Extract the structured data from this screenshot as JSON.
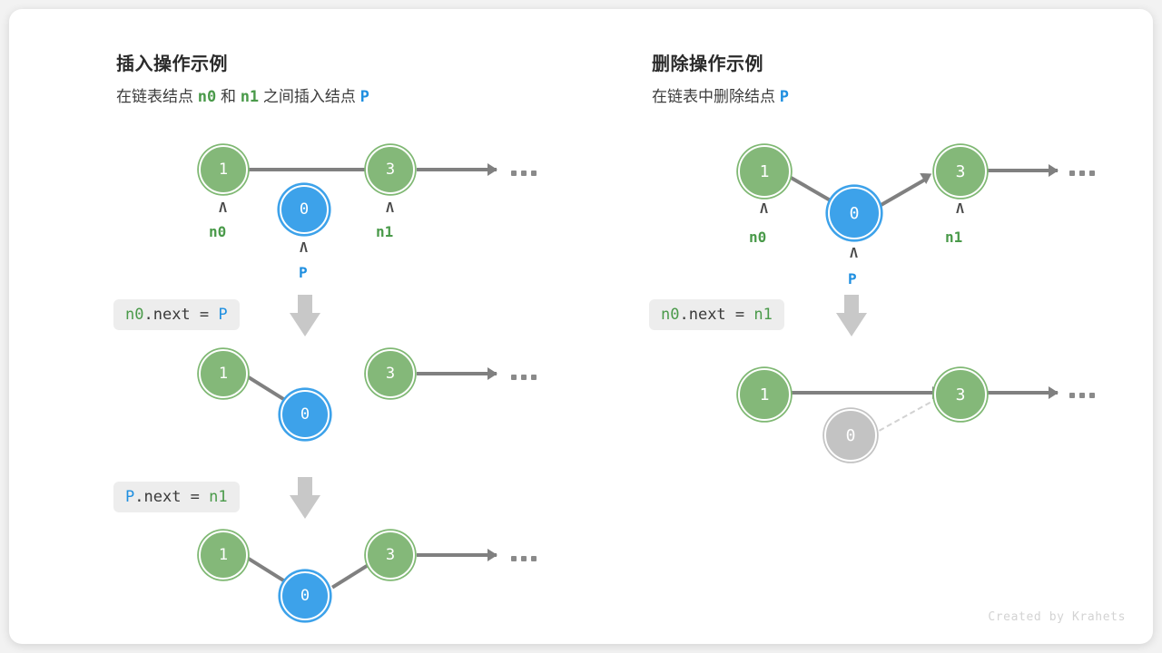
{
  "credit": "Created by Krahets",
  "colors": {
    "green": "#84b879",
    "green_text": "#4a9a4a",
    "blue": "#3da2ea",
    "blue_text": "#1f8fe0",
    "gray_node": "#c3c3c3",
    "arrow": "#808080",
    "chip_bg": "#ededed"
  },
  "panels": {
    "insert": {
      "title": "插入操作示例",
      "subtitle": {
        "part1": "在链表结点",
        "code1": "n0",
        "part2": "和",
        "code2": "n1",
        "part3": "之间插入结点",
        "code3": "P"
      },
      "rows": [
        {
          "nodes": [
            {
              "value": "1",
              "style": "green",
              "pointer": "n0",
              "pointer_color": "green"
            },
            {
              "value": "0",
              "style": "blue",
              "pointer": "P",
              "pointer_color": "blue"
            },
            {
              "value": "3",
              "style": "green",
              "pointer": "n1",
              "pointer_color": "green"
            }
          ],
          "tail": "…"
        },
        {
          "step_code": {
            "target": "n0",
            "target_color": "green",
            "op": ".next = ",
            "value": "P",
            "value_color": "blue"
          },
          "nodes": [
            {
              "value": "1",
              "style": "green"
            },
            {
              "value": "0",
              "style": "blue"
            },
            {
              "value": "3",
              "style": "green"
            }
          ],
          "tail": "…"
        },
        {
          "step_code": {
            "target": "P",
            "target_color": "blue",
            "op": ".next = ",
            "value": "n1",
            "value_color": "green"
          },
          "nodes": [
            {
              "value": "1",
              "style": "green"
            },
            {
              "value": "0",
              "style": "blue"
            },
            {
              "value": "3",
              "style": "green"
            }
          ],
          "tail": "…"
        }
      ]
    },
    "delete": {
      "title": "删除操作示例",
      "subtitle": {
        "part1": "在链表中删除结点",
        "code1": "P"
      },
      "rows": [
        {
          "nodes": [
            {
              "value": "1",
              "style": "green",
              "pointer": "n0",
              "pointer_color": "green"
            },
            {
              "value": "0",
              "style": "blue",
              "pointer": "P",
              "pointer_color": "blue"
            },
            {
              "value": "3",
              "style": "green",
              "pointer": "n1",
              "pointer_color": "green"
            }
          ],
          "tail": "…"
        },
        {
          "step_code": {
            "target": "n0",
            "target_color": "green",
            "op": ".next = ",
            "value": "n1",
            "value_color": "green"
          },
          "nodes": [
            {
              "value": "1",
              "style": "green"
            },
            {
              "value": "0",
              "style": "gray"
            },
            {
              "value": "3",
              "style": "green"
            }
          ],
          "tail": "…"
        }
      ]
    }
  }
}
